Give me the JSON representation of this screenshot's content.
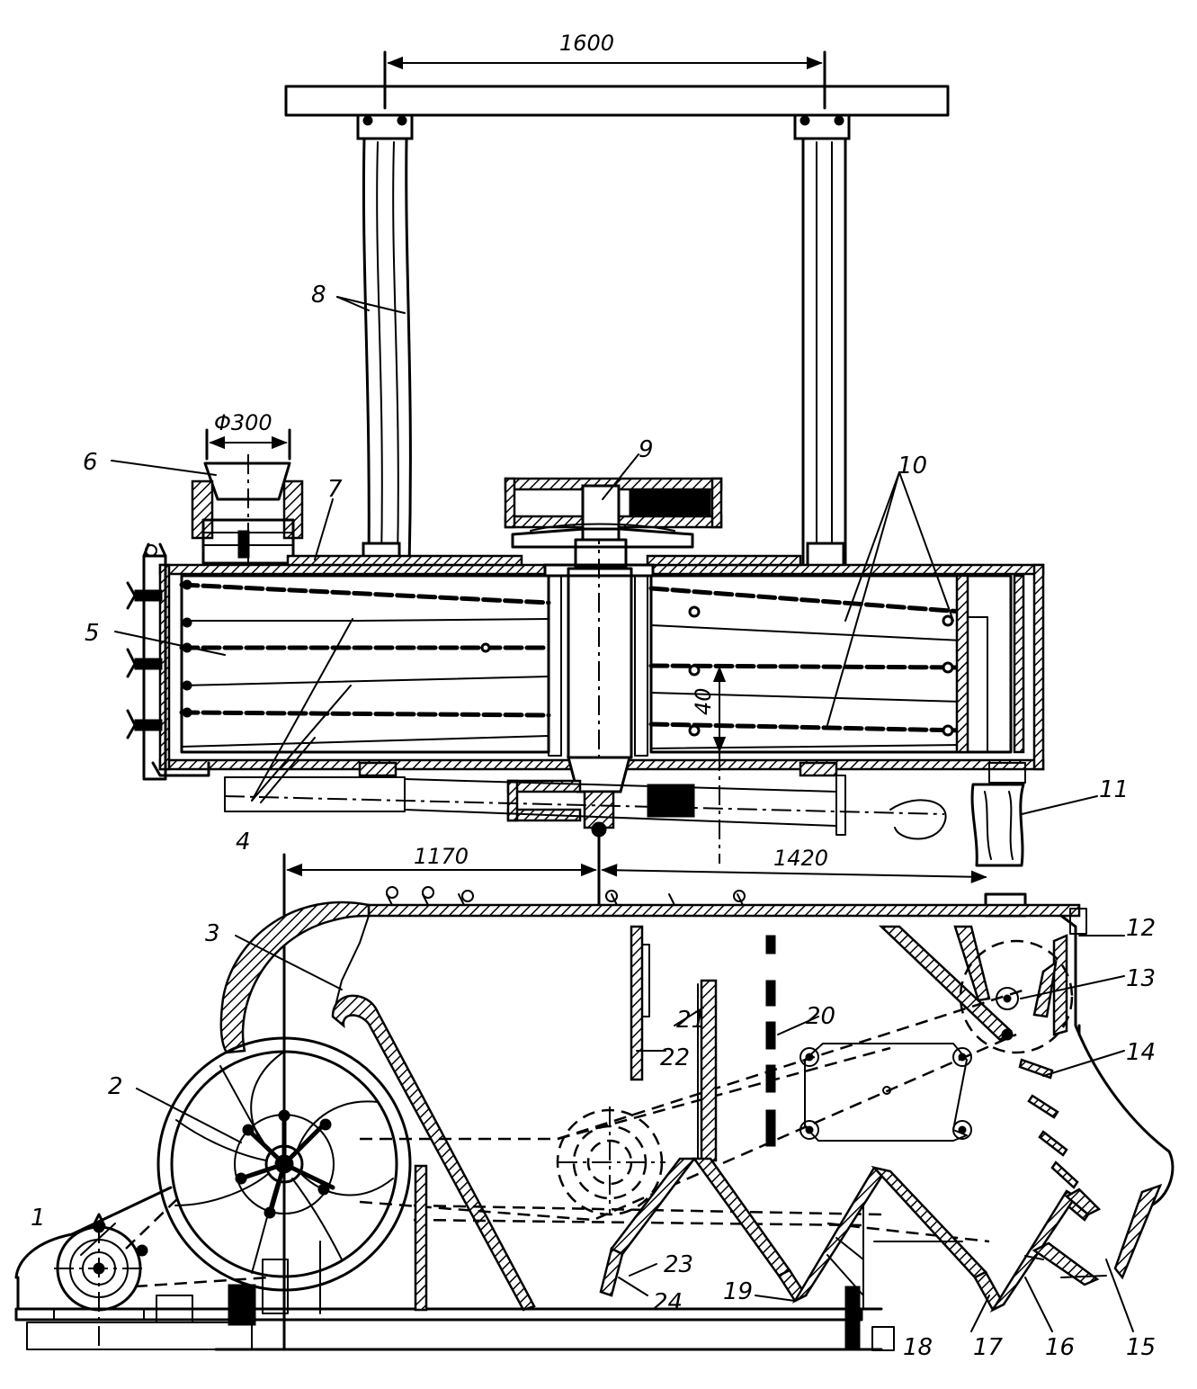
{
  "dimensions": {
    "top_span": "1600",
    "hopper_diameter": "Φ300",
    "left_span": "1170",
    "right_span": "1420",
    "gap": "40"
  },
  "labels": {
    "l1": "1",
    "l2": "2",
    "l3": "3",
    "l4": "4",
    "l5": "5",
    "l6": "6",
    "l7": "7",
    "l8": "8",
    "l9": "9",
    "l10": "10",
    "l11": "11",
    "l12": "12",
    "l13": "13",
    "l14": "14",
    "l15": "15",
    "l16": "16",
    "l17": "17",
    "l18": "18",
    "l19": "19",
    "l20": "20",
    "l21": "21",
    "l22": "22",
    "l23": "23",
    "l24": "24"
  }
}
